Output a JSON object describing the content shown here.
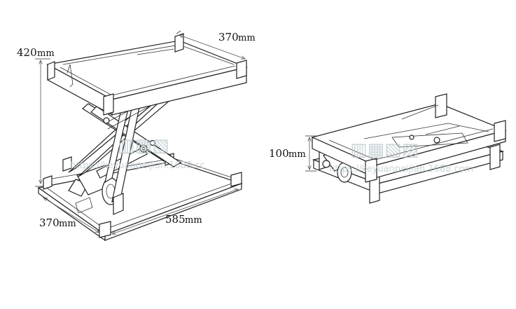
{
  "dimensions": {
    "extended_height": {
      "value": "420",
      "unit": "mm"
    },
    "top_width": {
      "value": "370",
      "unit": "mm"
    },
    "base_width": {
      "value": "370",
      "unit": "mm"
    },
    "base_length": {
      "value": "585",
      "unit": "mm"
    },
    "collapsed_height": {
      "value": "100",
      "unit": "mm"
    }
  },
  "watermark": {
    "text_left": "https://keyuanpeijian.1688.cc",
    "text_right": "https://keyuanpeijian.1688.com"
  },
  "colors": {
    "line": "#222222",
    "watermark": "#b9c6cc",
    "background": "#ffffff"
  }
}
